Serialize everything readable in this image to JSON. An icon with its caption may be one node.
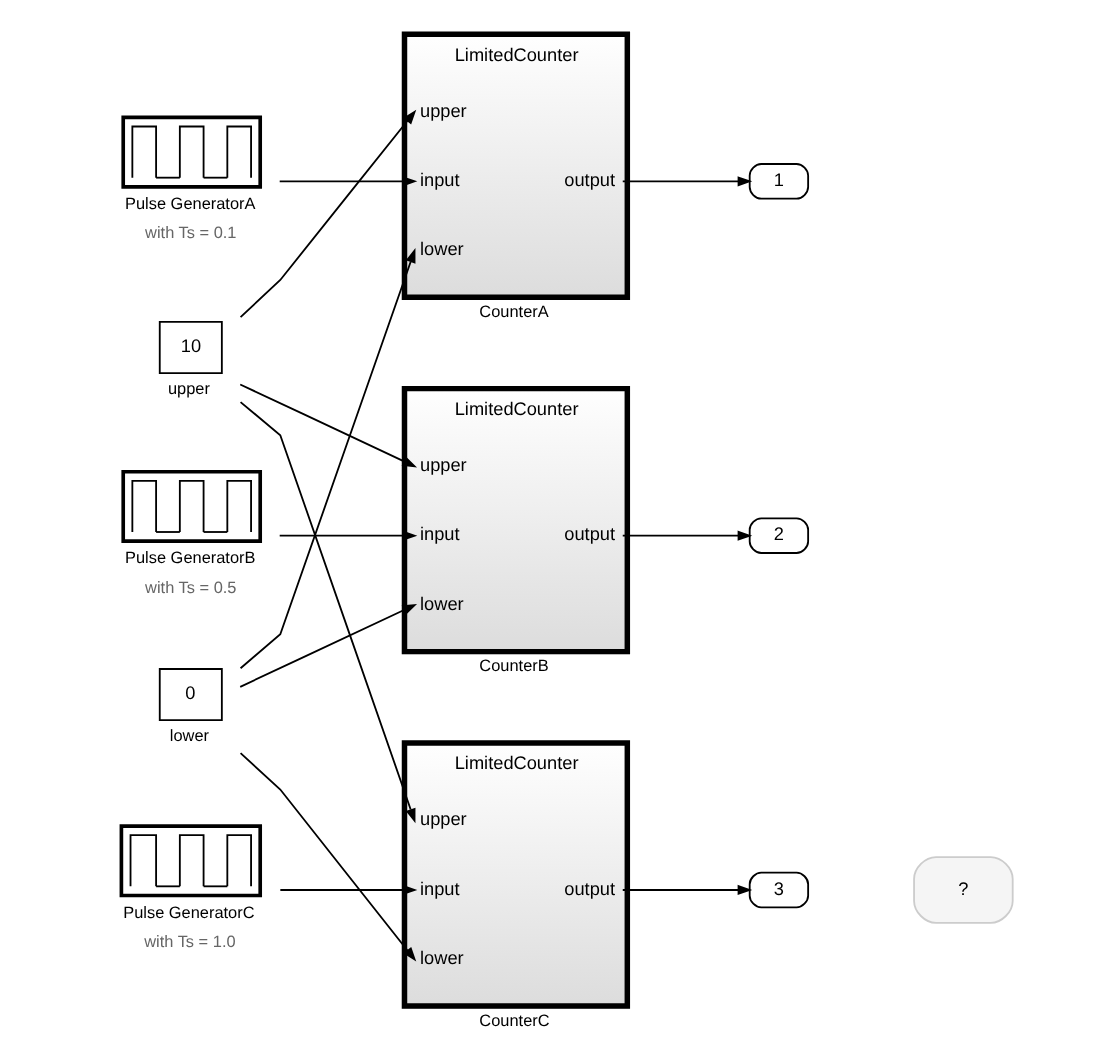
{
  "diagram": {
    "nodes": [
      {
        "text": [
          "10"
        ],
        "beside": [
          "upper"
        ]
      },
      {
        "text": [],
        "shape": "box",
        "beside": [
          "Pulse GeneratorA",
          "with Ts = 0.1"
        ]
      },
      {
        "text": [],
        "shape": "box",
        "beside": [
          "Pulse GeneratorB",
          "with Ts = 0.5"
        ]
      },
      {
        "text": [],
        "shape": "box",
        "beside": [
          "Pulse GeneratorC",
          "with Ts = 1.0"
        ]
      },
      {
        "text": [
          "0"
        ],
        "beside": [
          "lower"
        ]
      },
      {
        "text": [
          "LimitedCounter",
          "upper",
          "input",
          "lower",
          "output"
        ],
        "beside": [
          "CounterA"
        ]
      },
      {
        "text": [
          "LimitedCounter",
          "upper",
          "input",
          "lower",
          "output"
        ],
        "beside": [
          "CounterB"
        ]
      },
      {
        "text": [
          "LimitedCounter",
          "upper",
          "input",
          "lower",
          "output"
        ],
        "beside": [
          "CounterC"
        ]
      },
      {
        "text": [
          "1"
        ]
      },
      {
        "text": [
          "2"
        ]
      },
      {
        "text": [
          "3"
        ]
      }
    ],
    "edges": [
      {
        "from": 0,
        "to": 5,
        "arrow": "to"
      },
      {
        "from": 0,
        "to": 6,
        "arrow": "to"
      },
      {
        "from": 0,
        "to": 7,
        "arrow": "to"
      },
      {
        "from": 1,
        "to": 5,
        "arrow": "to"
      },
      {
        "from": 2,
        "to": 6,
        "arrow": "to"
      },
      {
        "from": 3,
        "to": 7,
        "arrow": "to"
      },
      {
        "from": 4,
        "to": 5,
        "arrow": "to"
      },
      {
        "from": 4,
        "to": 6,
        "arrow": "to"
      },
      {
        "from": 4,
        "to": 7,
        "arrow": "to"
      },
      {
        "from": 5,
        "to": 8,
        "arrow": "to"
      },
      {
        "from": 6,
        "to": 9,
        "arrow": "to"
      },
      {
        "from": 7,
        "to": 10,
        "arrow": "to"
      }
    ],
    "labels": [
      "?"
    ]
  }
}
